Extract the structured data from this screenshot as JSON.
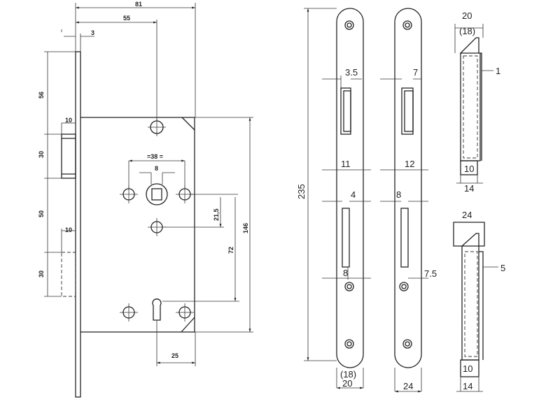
{
  "lock_body": {
    "dims": {
      "width_81": "81",
      "backset_55": "55",
      "faceplate_3": "3",
      "top_56": "56",
      "latch_10": "10",
      "latch_30": "30",
      "gap_50": "50",
      "bolt_10": "10",
      "bolt_30": "30",
      "spacing_38": "=38 =",
      "spindle_8": "8",
      "v_21_5": "21,5",
      "v_72": "72",
      "v_146": "146",
      "keyhole_25": "25"
    }
  },
  "strike_plates": {
    "height_235": "235",
    "plate_a": {
      "w1": "3.5",
      "w2": "11",
      "w3": "4",
      "w4": "8",
      "bottom_alt": "(18)",
      "bottom": "20"
    },
    "plate_b": {
      "w1": "7",
      "w2": "12",
      "w3": "8",
      "w4": "7.5",
      "bottom": "24"
    }
  },
  "side_views": {
    "top": {
      "w": "20",
      "w_alt": "(18)",
      "t": "1",
      "inner": "10",
      "outer": "14"
    },
    "bottom": {
      "w": "24",
      "t": "5",
      "inner": "10",
      "outer": "14"
    }
  }
}
